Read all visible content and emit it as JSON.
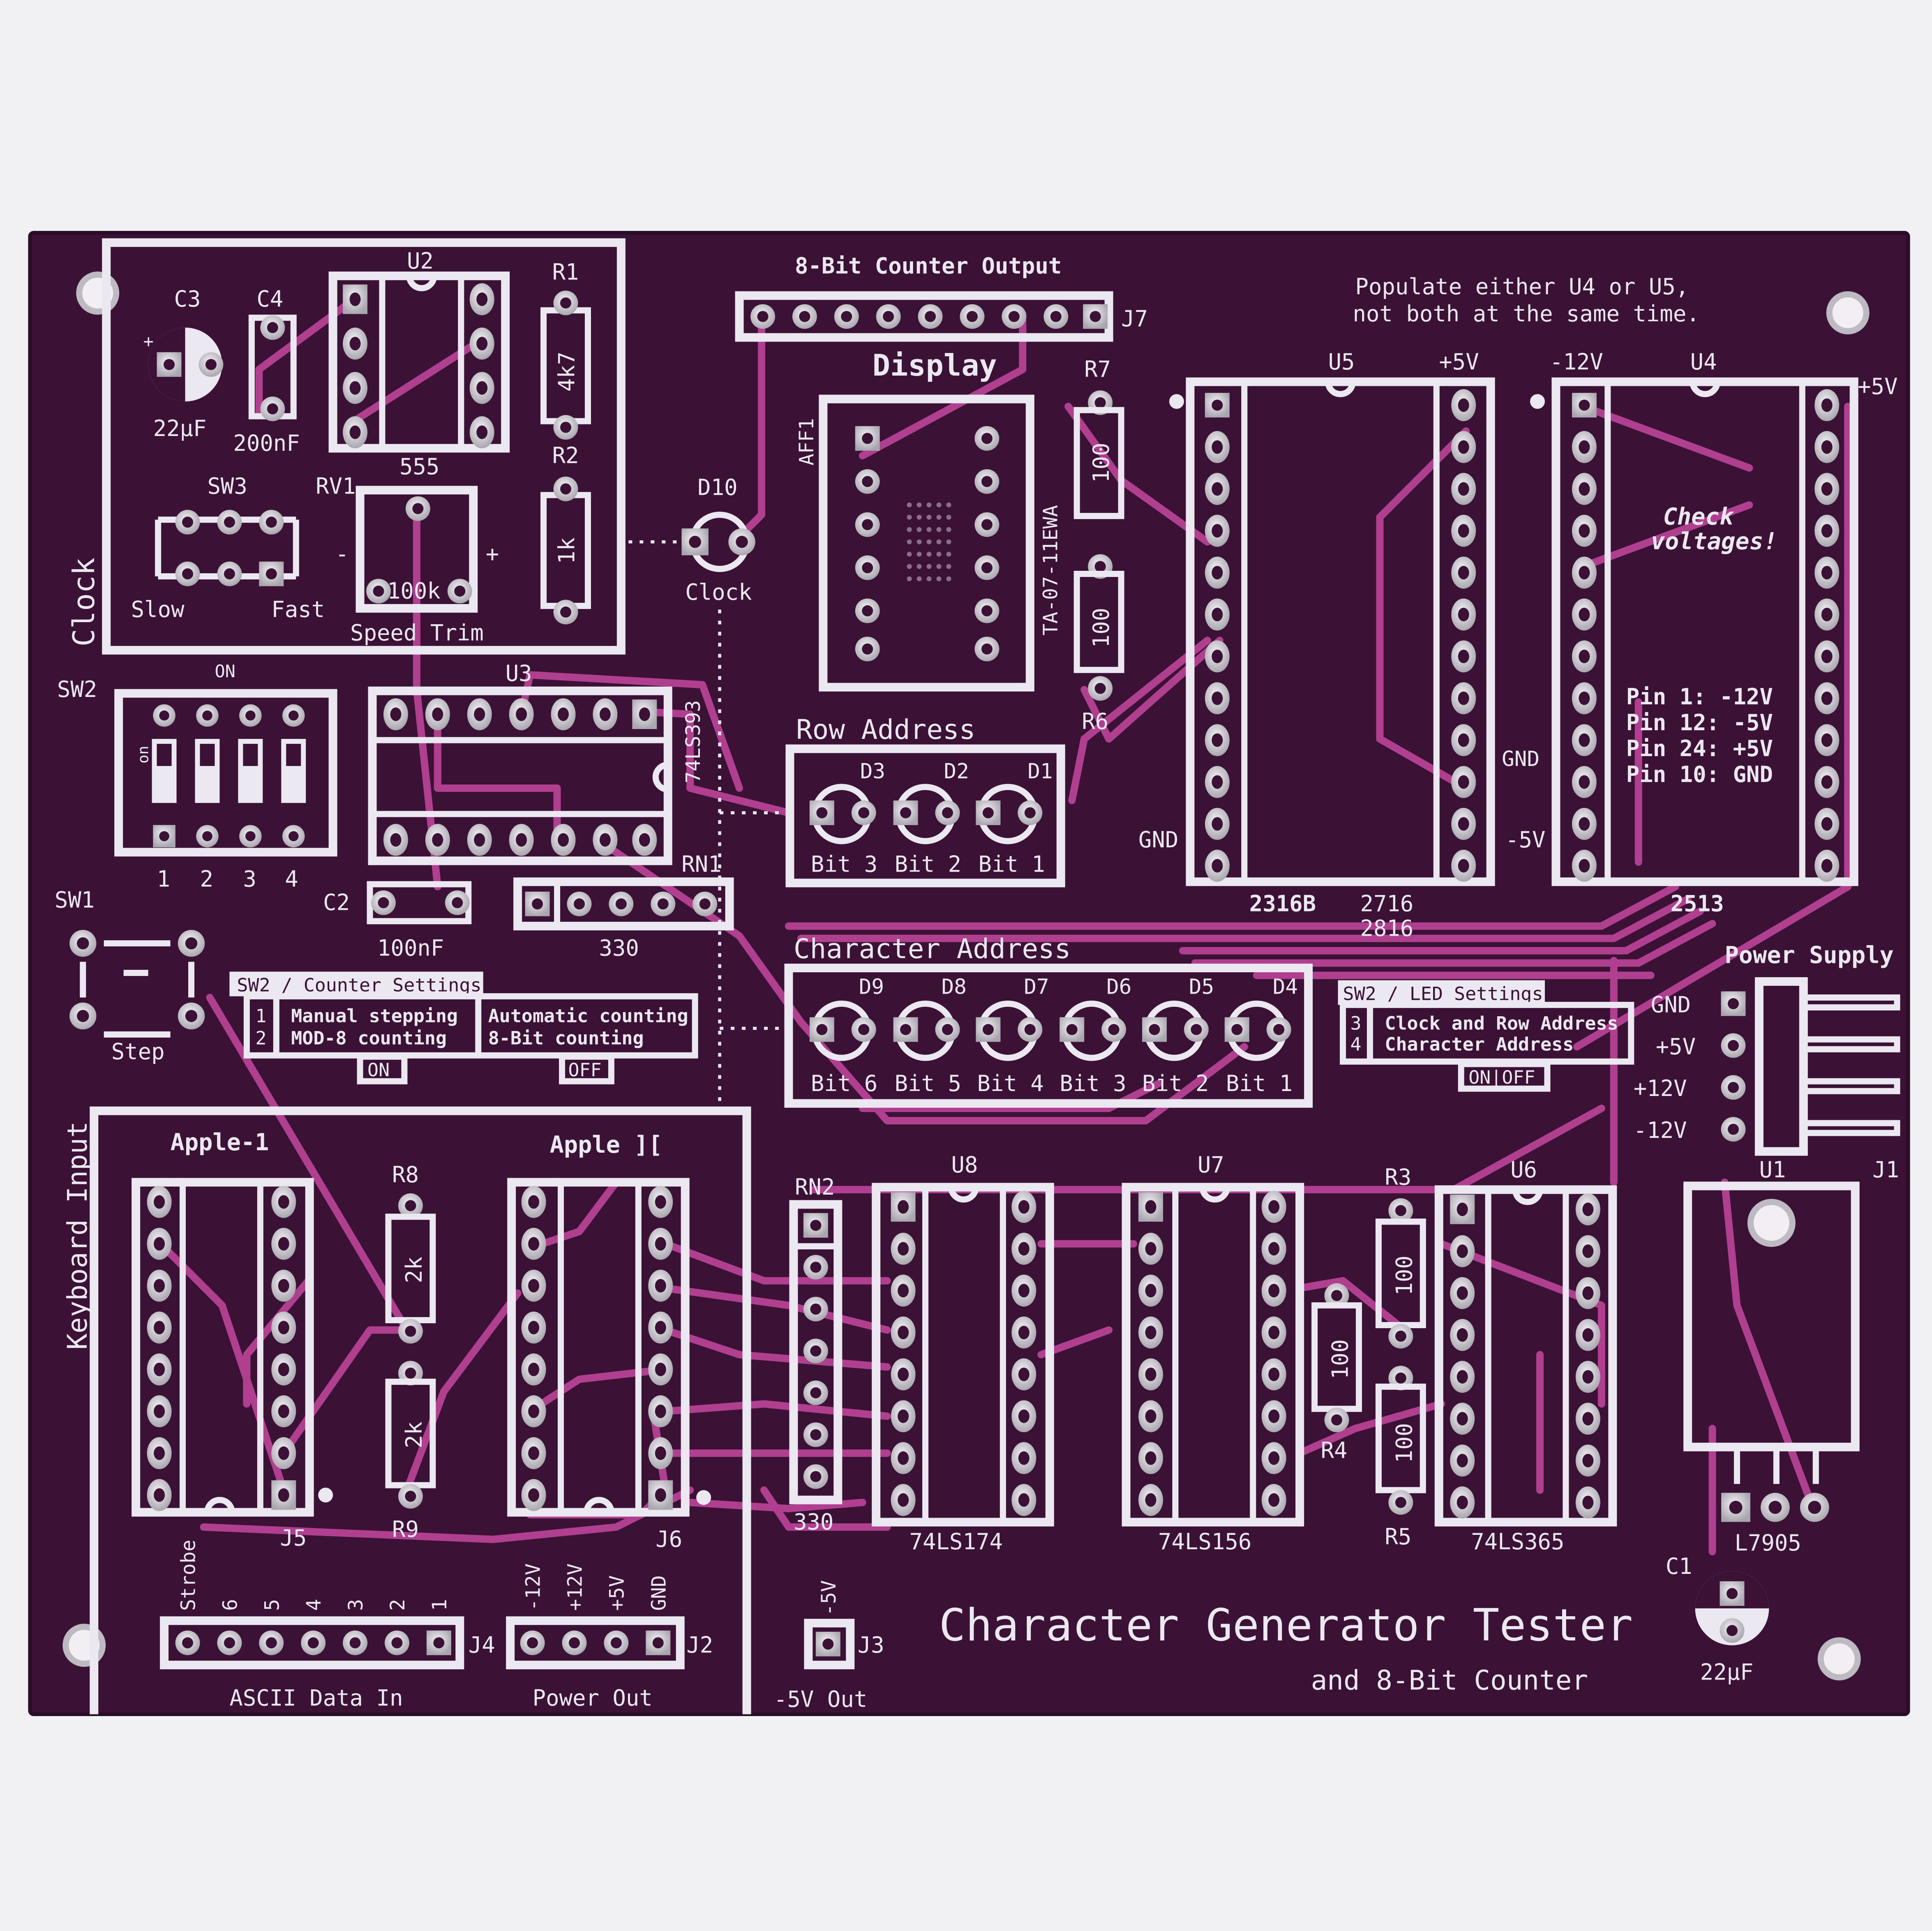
{
  "colors": {
    "board": "#3b1236",
    "board_edge": "#2a0c27",
    "silkscreen": "#ece8f2",
    "trace": "#b0408f",
    "pad": "#cfcdd4",
    "background": "#f1f0f2"
  },
  "board": {
    "title": "Character Generator Tester",
    "subtitle": "and 8-Bit Counter",
    "note_populate_line1": "Populate either U4 or U5,",
    "note_populate_line2": "not both at the same time.",
    "note_check_line1": "Check",
    "note_check_line2": "voltages!",
    "pin_notes": [
      "Pin 1: -12V",
      "Pin 12: -5V",
      "Pin 24: +5V",
      "Pin 10: GND"
    ]
  },
  "sections": {
    "clock": "Clock",
    "keyboard_input": "Keyboard Input",
    "display": "Display",
    "row_address": "Row Address",
    "character_address": "Character Address",
    "power_supply": "Power Supply",
    "counter_output": "8-Bit Counter Output",
    "apple1": "Apple-1",
    "apple2": "Apple ][",
    "ascii_in": "ASCII Data In",
    "power_out": "Power Out",
    "minus5_out": "-5V Out"
  },
  "labels": {
    "c3": "C3",
    "c4": "C4",
    "c3_val": "22µF",
    "c4_val": "200nF",
    "u2": "U2",
    "u2_val": "555",
    "r1": "R1",
    "r1_val": "4k7",
    "r2": "R2",
    "r2_val": "1k",
    "sw3": "SW3",
    "slow": "Slow",
    "fast": "Fast",
    "rv1": "RV1",
    "rv1_val": "100k",
    "speed_trim": "Speed Trim",
    "minus": "-",
    "plus": "+",
    "d10": "D10",
    "d10_val": "Clock",
    "sw2": "SW2",
    "on": "ON",
    "on_small": "on",
    "sw2_pins": [
      "1",
      "2",
      "3",
      "4"
    ],
    "u3": "U3",
    "u3_val": "74LS393",
    "rn1": "RN1",
    "rn1_val": "330",
    "c2": "C2",
    "c2_val": "100nF",
    "sw1": "SW1",
    "step": "Step",
    "aff1": "AFF1",
    "display_part": "TA-07-11EWA",
    "r7": "R7",
    "r6": "R6",
    "r67_val": "100",
    "j7": "J7",
    "row_leds": [
      "D3",
      "D2",
      "D1"
    ],
    "row_bits": [
      "Bit 3",
      "Bit 2",
      "Bit 1"
    ],
    "char_leds": [
      "D9",
      "D8",
      "D7",
      "D6",
      "D5",
      "D4"
    ],
    "char_bits": [
      "Bit 6",
      "Bit 5",
      "Bit 4",
      "Bit 3",
      "Bit 2",
      "Bit 1"
    ],
    "u5": "U5",
    "u4": "U4",
    "plus5": "+5V",
    "minus12": "-12V",
    "gnd": "GND",
    "minus5": "-5V",
    "u5_val1": "2316B",
    "u5_val2": "2716",
    "u5_val3": "2816",
    "u4_val": "2513",
    "psu_labels": [
      "GND",
      "+5V",
      "+12V",
      "-12V"
    ],
    "u1": "U1",
    "j1": "J1",
    "u1_val": "L7905",
    "c1": "C1",
    "c1_val": "22µF",
    "r8": "R8",
    "r9": "R9",
    "r89_val": "2k",
    "j5": "J5",
    "j6": "J6",
    "rn2": "RN2",
    "rn2_val": "330",
    "u8": "U8",
    "u8_val": "74LS174",
    "u7": "U7",
    "u7_val": "74LS156",
    "u6": "U6",
    "u6_val": "74LS365",
    "r3": "R3",
    "r4": "R4",
    "r5": "R5",
    "r345_val": "100",
    "j4": "J4",
    "j2": "J2",
    "j3": "J3",
    "j4_pins": [
      "Strobe",
      "6",
      "5",
      "4",
      "3",
      "2",
      "1"
    ],
    "j2_pins": [
      "-12V",
      "+12V",
      "+5V",
      "GND"
    ],
    "j3_pin": "-5V"
  },
  "counter_settings": {
    "title": "SW2 / Counter Settings",
    "rows": [
      {
        "num": "1",
        "left": "Manual stepping",
        "right": "Automatic counting"
      },
      {
        "num": "2",
        "left": "MOD-8 counting",
        "right": "8-Bit counting"
      }
    ],
    "on": "ON",
    "off": "OFF"
  },
  "led_settings": {
    "title": "SW2 / LED Settings",
    "rows": [
      {
        "num": "3",
        "text": "Clock and Row Address"
      },
      {
        "num": "4",
        "text": "Character Address"
      }
    ],
    "onoff": "ON|OFF"
  }
}
